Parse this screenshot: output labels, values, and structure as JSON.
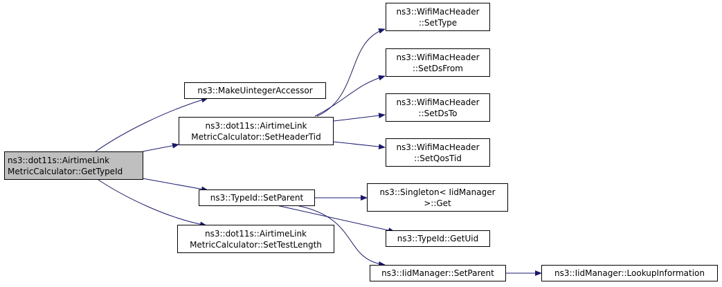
{
  "colors": {
    "edge": "#191970",
    "root_fill": "#bfbfbf",
    "node_fill": "#ffffff",
    "border": "#000000"
  },
  "nodes": {
    "root": {
      "line1": "ns3::dot11s::AirtimeLink",
      "line2": "MetricCalculator::GetTypeId"
    },
    "makeuint": {
      "line1": "ns3::MakeUintegerAccessor"
    },
    "setheadertid": {
      "line1": "ns3::dot11s::AirtimeLink",
      "line2": "MetricCalculator::SetHeaderTid"
    },
    "settype": {
      "line1": "ns3::WifiMacHeader",
      "line2": "::SetType"
    },
    "setdsfrom": {
      "line1": "ns3::WifiMacHeader",
      "line2": "::SetDsFrom"
    },
    "setdsto": {
      "line1": "ns3::WifiMacHeader",
      "line2": "::SetDsTo"
    },
    "setqostid": {
      "line1": "ns3::WifiMacHeader",
      "line2": "::SetQosTid"
    },
    "setparent": {
      "line1": "ns3::TypeId::SetParent"
    },
    "singleton": {
      "line1": "ns3::Singleton< IidManager",
      "line2": ">::Get"
    },
    "getuid": {
      "line1": "ns3::TypeId::GetUid"
    },
    "settestlen": {
      "line1": "ns3::dot11s::AirtimeLink",
      "line2": "MetricCalculator::SetTestLength"
    },
    "iidsetparent": {
      "line1": "ns3::IidManager::SetParent"
    },
    "lookup": {
      "line1": "ns3::IidManager::LookupInformation"
    }
  }
}
